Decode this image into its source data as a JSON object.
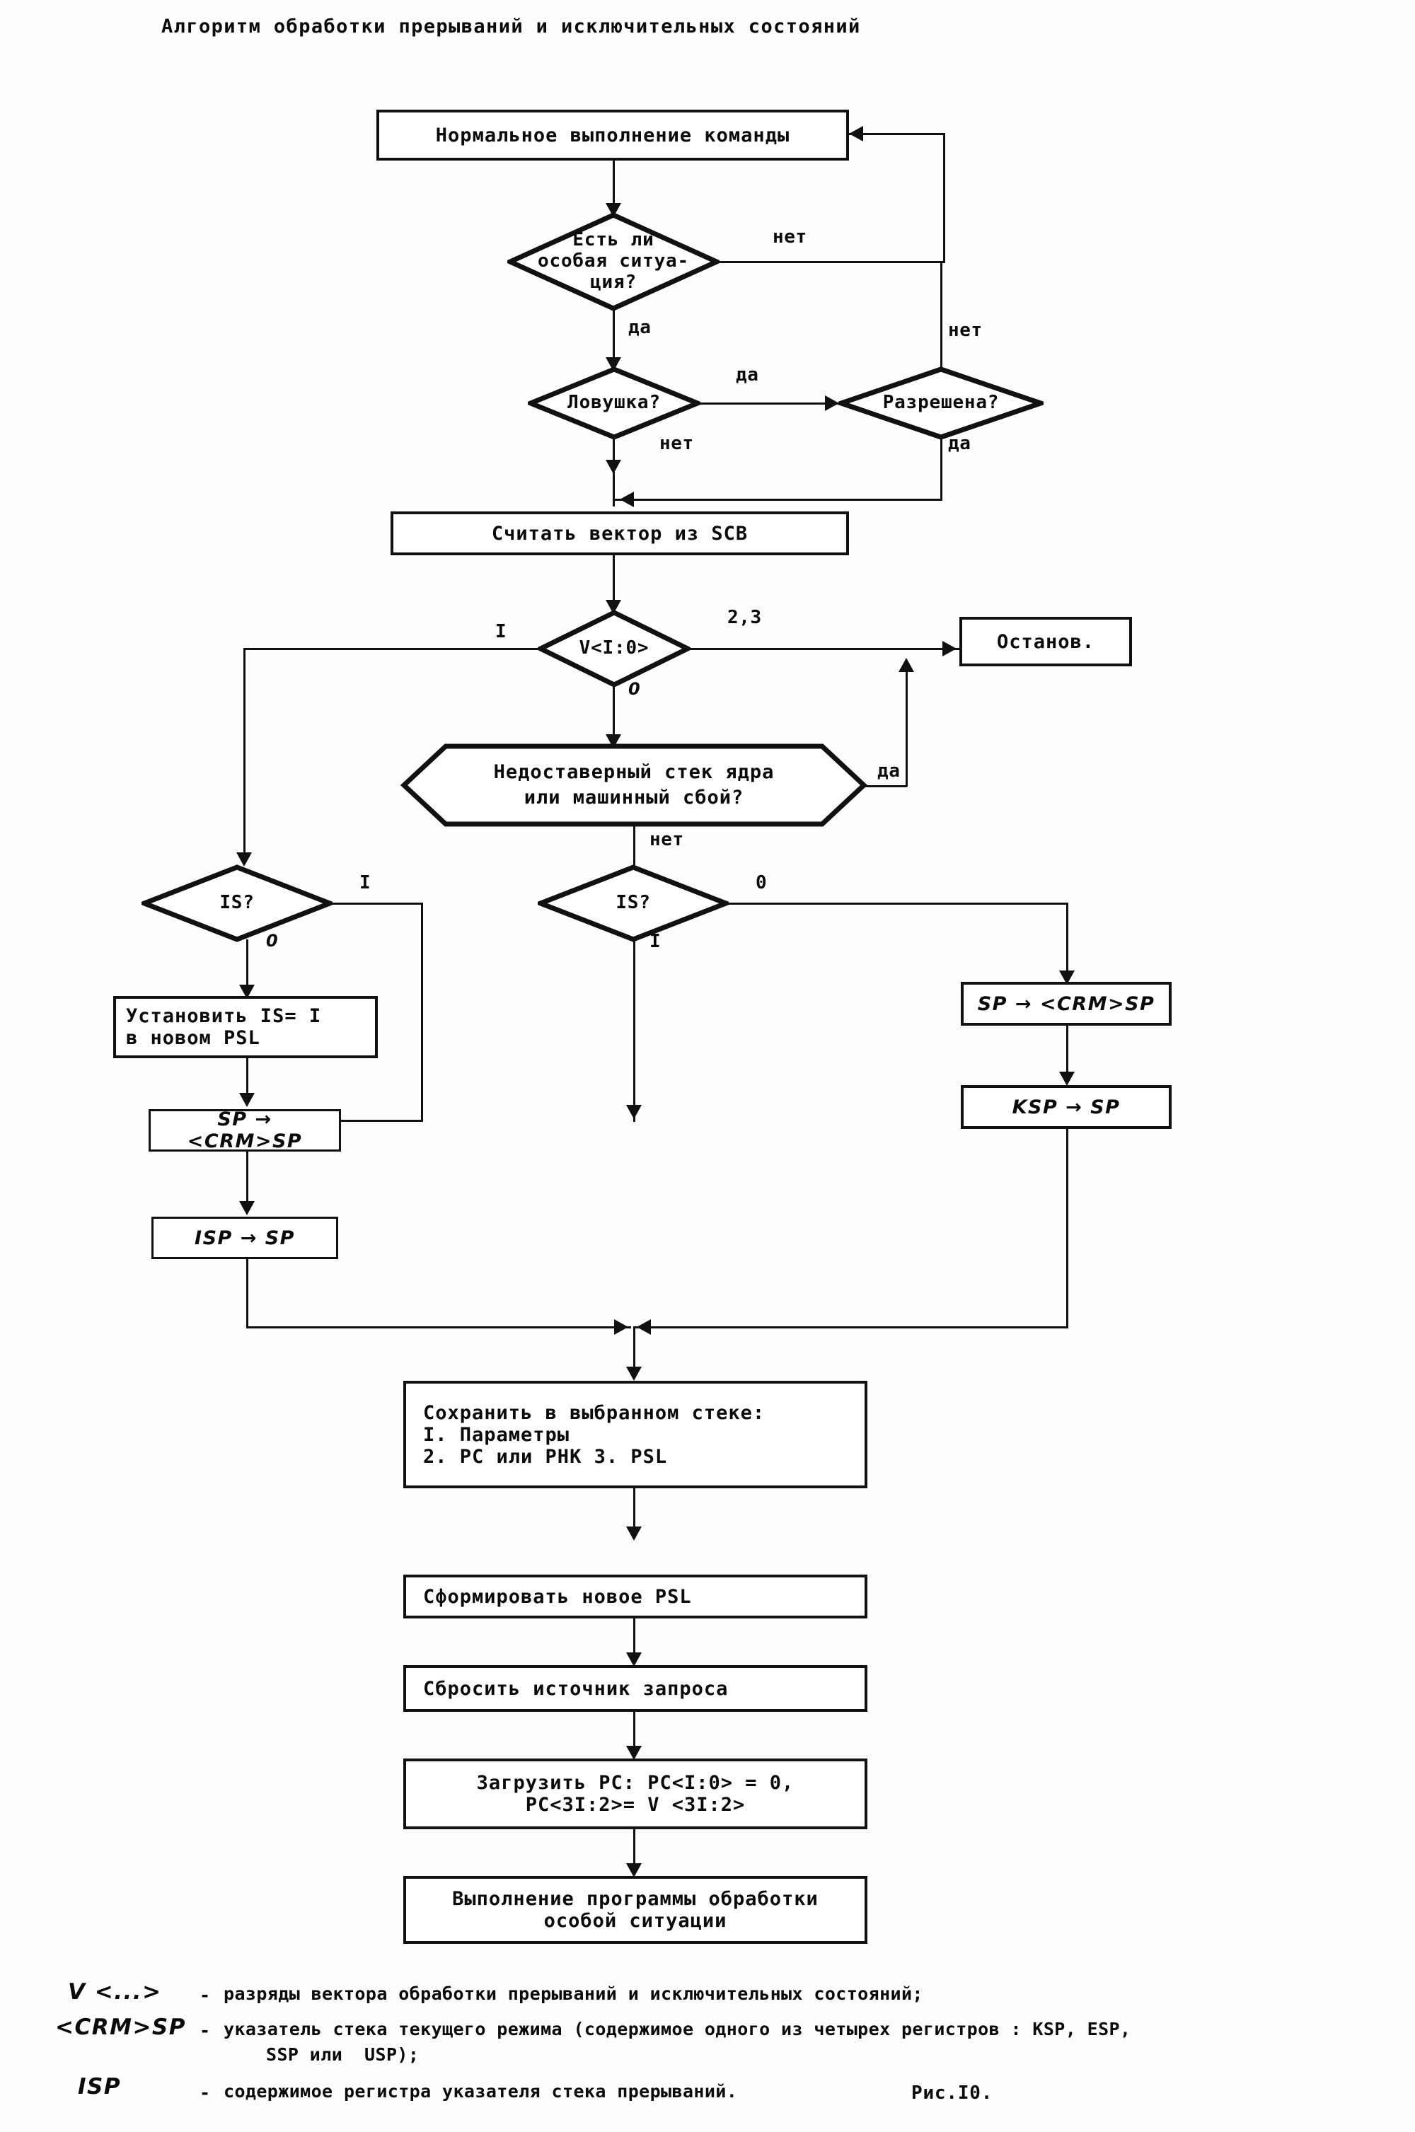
{
  "document": {
    "title": "Алгоритм обработки прерываний и исключительных состояний",
    "figure_caption": "Рис.I0."
  },
  "nodes": {
    "normal_exec": "Нормальное выполнение команды",
    "exception_q_l1": "Есть ли",
    "exception_q_l2": "особая ситуа-",
    "exception_q_l3": "ция?",
    "trap_q": "Ловушка?",
    "enabled_q": "Разрешена?",
    "read_vector": "Считать вектор из SCB",
    "vector_bits": "V<I:0>",
    "halt": "Останов.",
    "bad_stack_l1": "Недоставерный стек ядра",
    "bad_stack_l2": "или машинный сбой?",
    "is_left": "IS?",
    "is_right": "IS?",
    "set_is_l1": "Установить IS= I",
    "set_is_l2": "в новом PSL",
    "sp_crm_left": "SP → <CRM>SP",
    "sp_crm_right": "SP → <CRM>SP",
    "isp_sp": "ISP → SP",
    "ksp_sp": "KSP → SP",
    "save_l1": "Сохранить в выбранном стеке:",
    "save_l2": "I. Параметры",
    "save_l3": "2. PC или PHK   3. PSL",
    "new_psl": "Сформировать новое  PSL",
    "reset_src": "Сбросить источник запроса",
    "load_pc_l1": "Загрузить PC: PC<I:0> = 0,",
    "load_pc_l2": "PC<3I:2>= V <3I:2>",
    "run_handler_l1": "Выполнение программы обработки",
    "run_handler_l2": "особой ситуации"
  },
  "edge_labels": {
    "exception_no": "нет",
    "exception_yes": "да",
    "trap_yes": "да",
    "trap_no": "нет",
    "enabled_no": "нет",
    "enabled_yes": "да",
    "vector_1": "I",
    "vector_23": "2,3",
    "vector_0": "0",
    "bad_stack_yes": "да",
    "bad_stack_no": "нет",
    "is_left_1": "I",
    "is_left_0": "0",
    "is_right_0": "0",
    "is_right_1": "I"
  },
  "legend": [
    {
      "symbol": "V <...>",
      "dash": "-",
      "lines": [
        "разряды вектора обработки прерываний и исключительных состояний;"
      ]
    },
    {
      "symbol": "<CRM>SP",
      "dash": "-",
      "lines": [
        "указатель стека текущего режима (содержимое одного из четырех регистров : KSP, ESP,",
        "SSP или  USP);"
      ]
    },
    {
      "symbol": "ISP",
      "dash": "-",
      "lines": [
        "содержимое регистра указателя стека прерываний."
      ]
    }
  ],
  "colors": {
    "ink": "#111111",
    "paper": "#fdfdfb"
  }
}
